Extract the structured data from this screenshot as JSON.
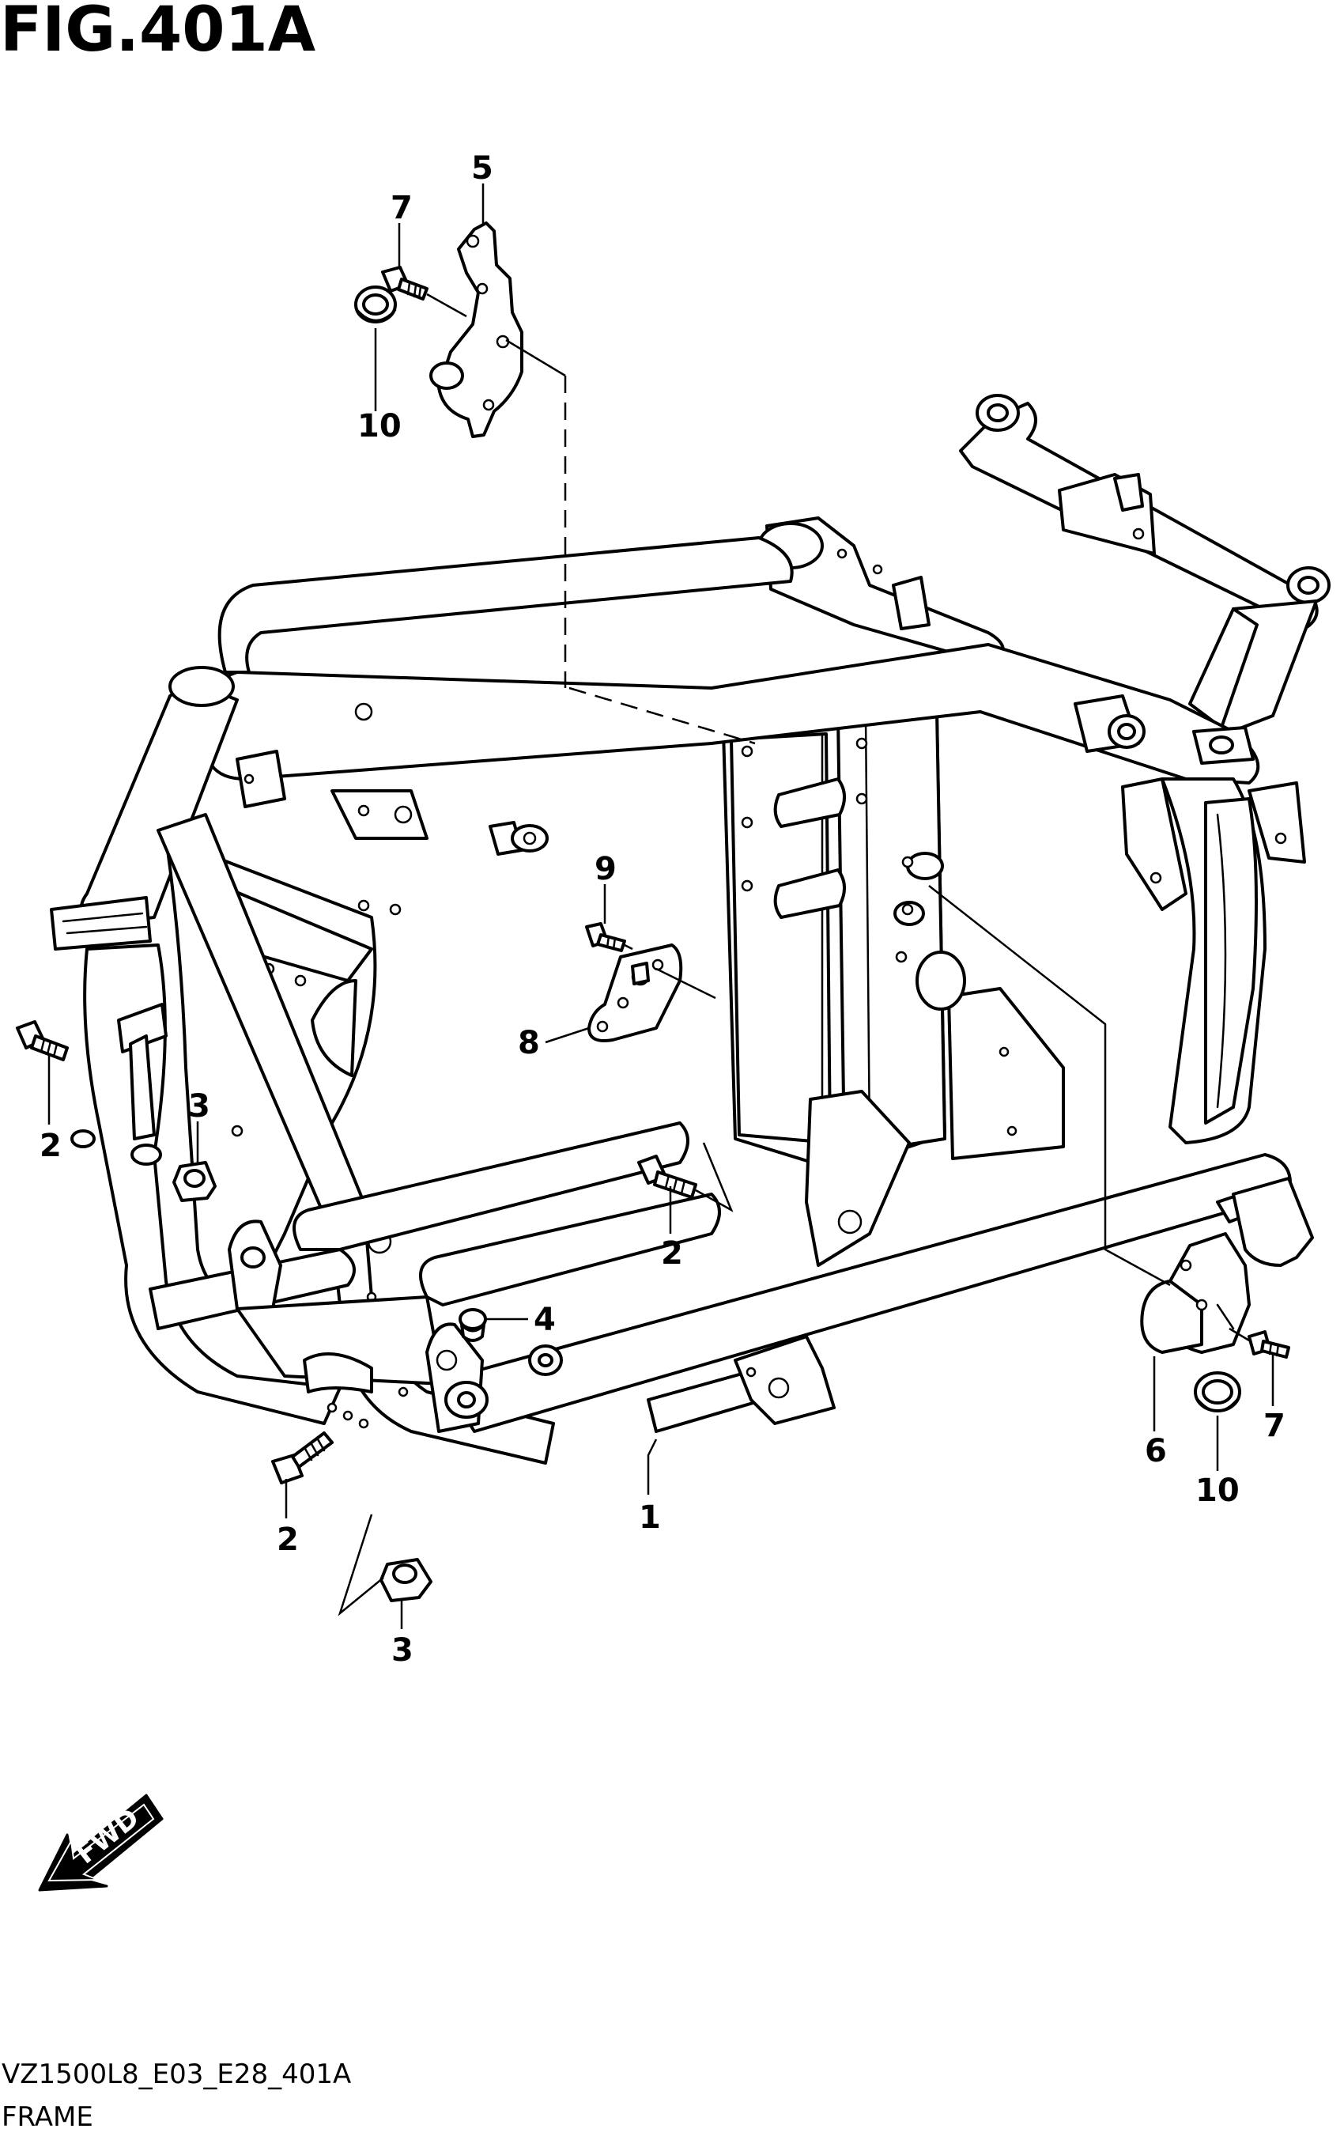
{
  "figure": {
    "title": "FIG.401A"
  },
  "callouts": {
    "c1": "1",
    "c2a": "2",
    "c2b": "2",
    "c2c": "2",
    "c3a": "3",
    "c3b": "3",
    "c4": "4",
    "c5": "5",
    "c6": "6",
    "c7a": "7",
    "c7b": "7",
    "c8": "8",
    "c9": "9",
    "c10a": "10",
    "c10b": "10"
  },
  "direction_badge": {
    "label": "FWD"
  },
  "footer": {
    "code": "VZ1500L8_E03_E28_401A",
    "name": "FRAME"
  }
}
